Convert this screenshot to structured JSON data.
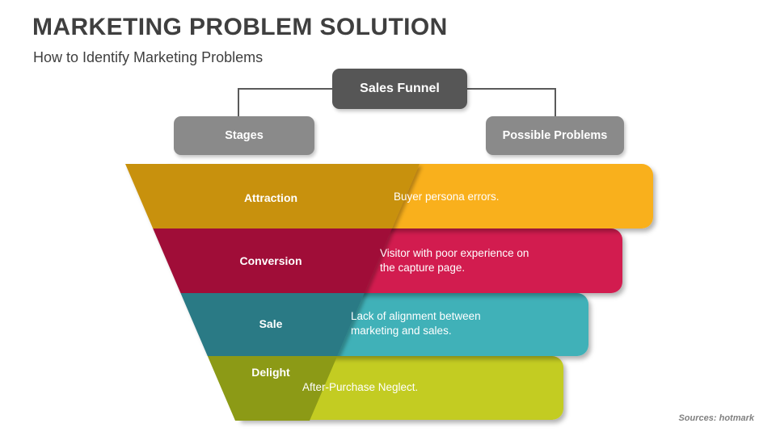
{
  "header": {
    "title": "MARKETING PROBLEM SOLUTION",
    "subtitle": "How to Identify Marketing Problems"
  },
  "org_chart": {
    "root_label": "Sales Funnel",
    "left_label": "Stages",
    "right_label": "Possible Problems"
  },
  "footer": {
    "sources": "Sources: hotmark"
  },
  "colors": {
    "title_text": "#3f3f3f",
    "root_box": "#565656",
    "child_box": "#8a8a8a",
    "connector": "#5a5a5a",
    "sources_text": "#808080"
  },
  "chart_data": {
    "type": "funnel",
    "title": "Sales Funnel",
    "stage_column_header": "Stages",
    "problem_column_header": "Possible Problems",
    "stages": [
      {
        "stage": "Attraction",
        "problem": "Buyer persona errors.",
        "funnel_color": "#C8910D",
        "bar_color": "#F9B01E"
      },
      {
        "stage": "Conversion",
        "problem": "Visitor with poor experience on the capture page.",
        "problem_line1": "Visitor with poor experience on",
        "problem_line2": "the capture page.",
        "funnel_color": "#A01038",
        "bar_color": "#D21C50"
      },
      {
        "stage": "Sale",
        "problem": "Lack of alignment between marketing and sales.",
        "problem_line1": "Lack of alignment between",
        "problem_line2": "marketing and sales.",
        "funnel_color": "#2A7A85",
        "bar_color": "#3FB1B8"
      },
      {
        "stage": "Delight",
        "problem": "After-Purchase Neglect.",
        "funnel_color": "#8C9A16",
        "bar_color": "#C3CC22"
      }
    ]
  }
}
